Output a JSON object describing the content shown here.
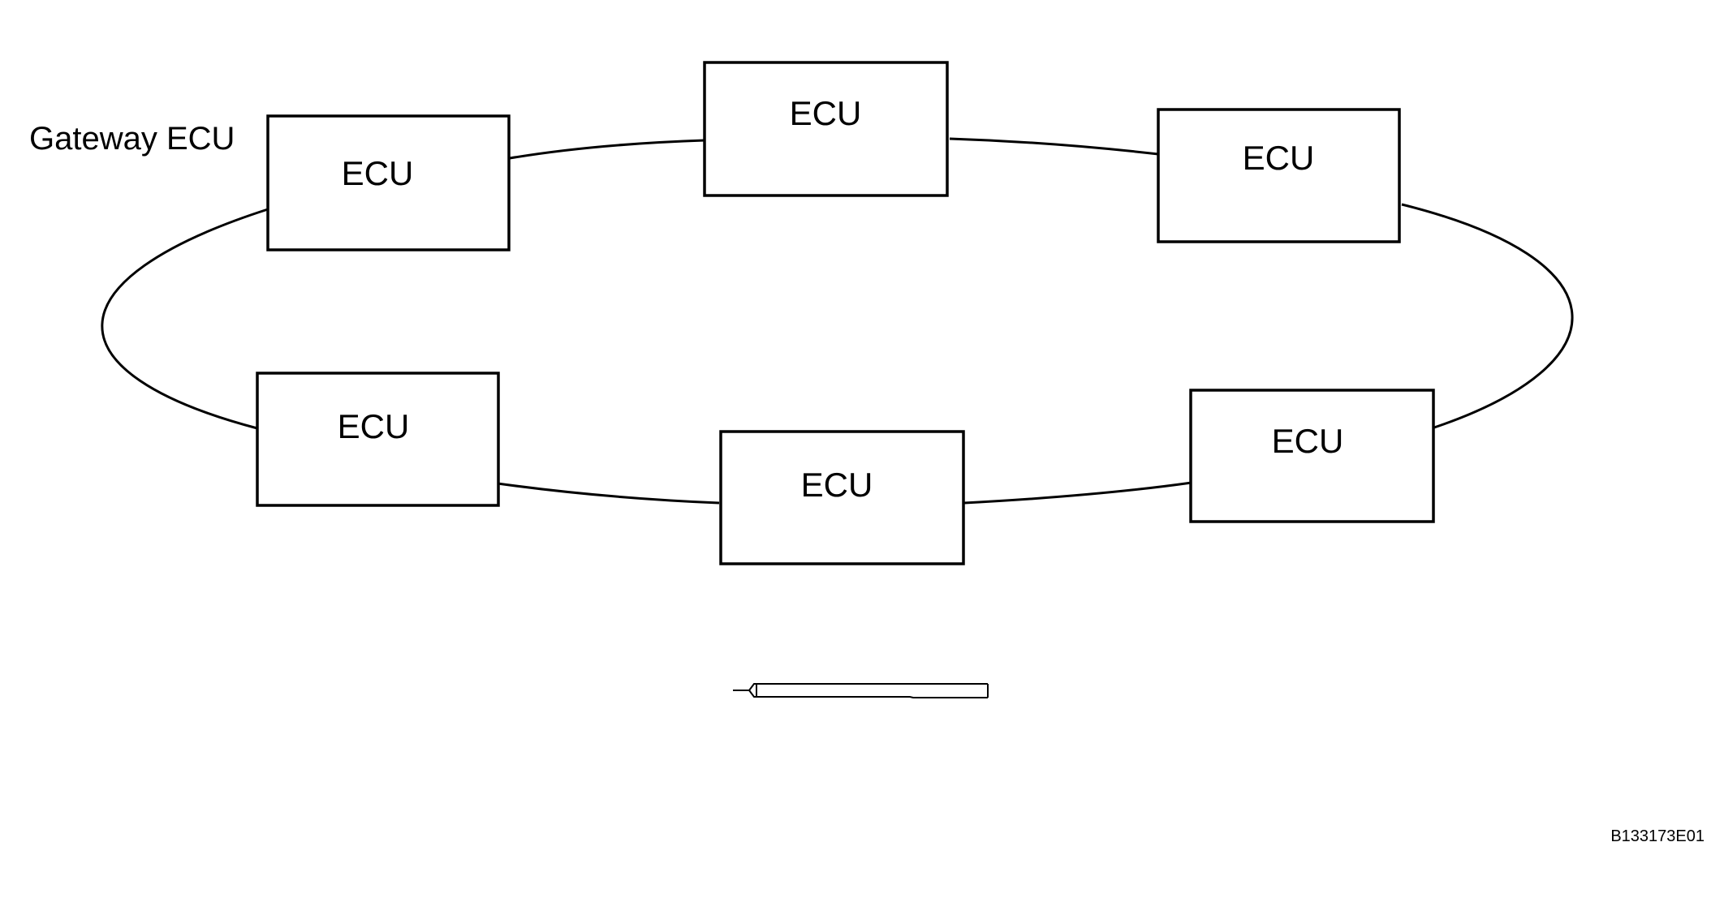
{
  "diagram": {
    "gateway_label": "Gateway ECU",
    "nodes": [
      {
        "label": "ECU"
      },
      {
        "label": "ECU"
      },
      {
        "label": "ECU"
      },
      {
        "label": "ECU"
      },
      {
        "label": "ECU"
      },
      {
        "label": "ECU"
      }
    ],
    "figure_id": "B133173E01"
  },
  "colors": {
    "background": "#ffffff",
    "line": "#000000"
  }
}
